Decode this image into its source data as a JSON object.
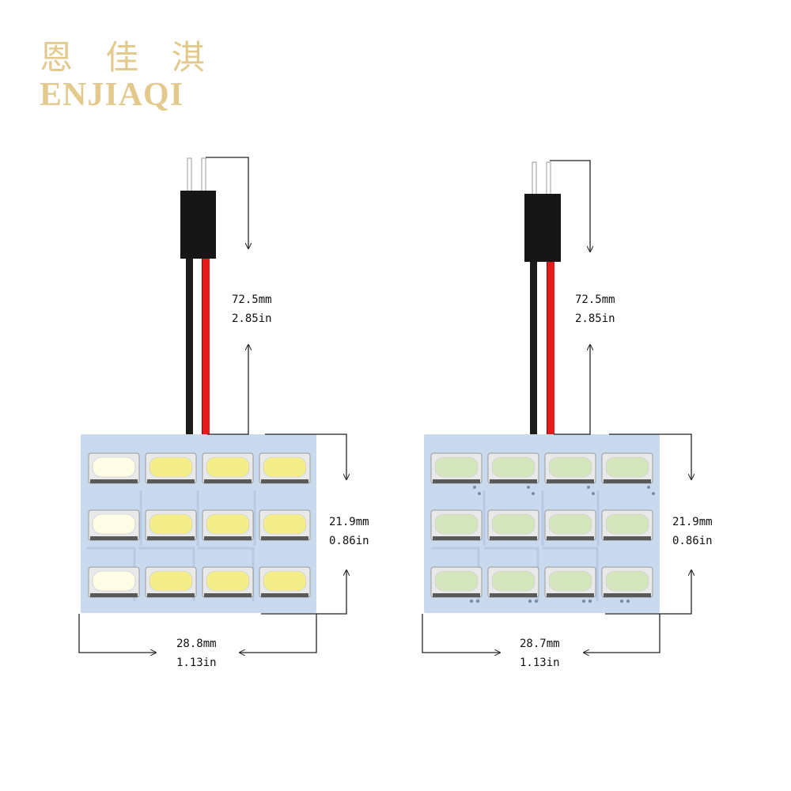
{
  "brand": {
    "chinese": "恩 佳 淇",
    "english": "ENJIAQI",
    "color": "#e3c98c"
  },
  "colors": {
    "board": "#c9d9ee",
    "led_warm": "#f3ee8a",
    "led_white": "#ffffff",
    "led_green": "#d5e6bf",
    "wire_black": "#1c1c1c",
    "wire_red": "#e41b1b",
    "connector": "#161616"
  },
  "products": [
    {
      "variant": "white",
      "wire_length_mm": "72.5mm",
      "wire_length_in": "2.85in",
      "height_mm": "21.9mm",
      "height_in": "0.86in",
      "width_mm": "28.8mm",
      "width_in": "1.13in"
    },
    {
      "variant": "green",
      "wire_length_mm": "72.5mm",
      "wire_length_in": "2.85in",
      "height_mm": "21.9mm",
      "height_in": "0.86in",
      "width_mm": "28.7mm",
      "width_in": "1.13in"
    }
  ]
}
